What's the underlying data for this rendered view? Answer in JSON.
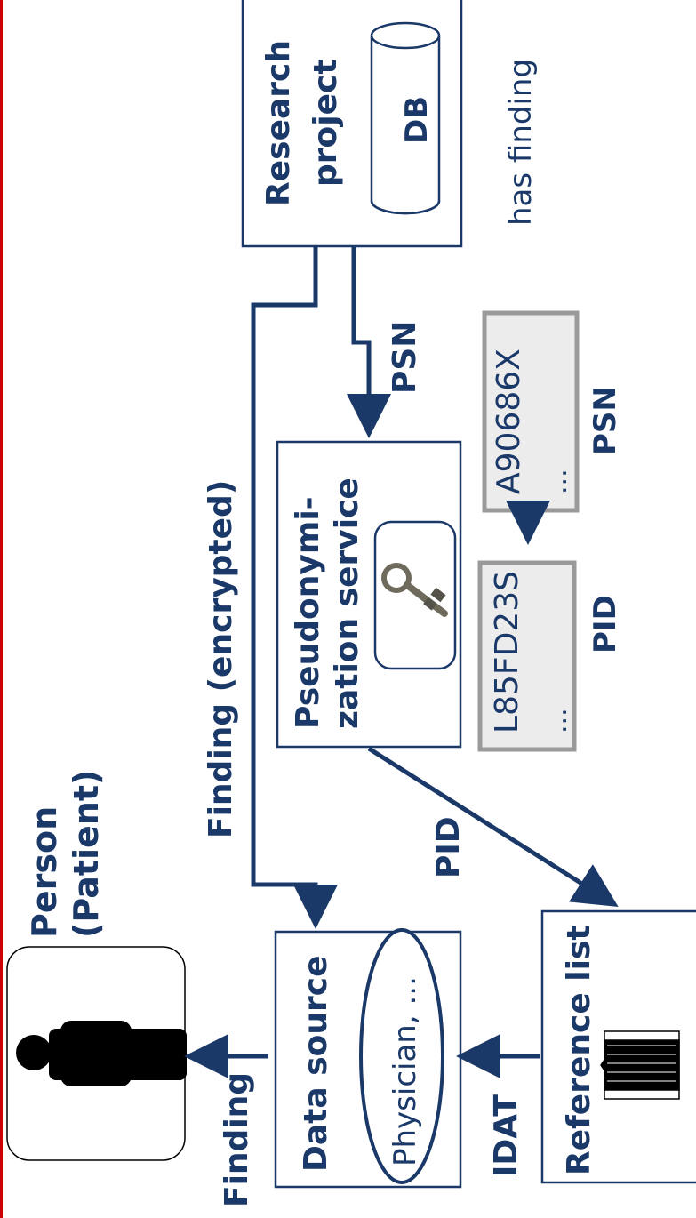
{
  "nodes": {
    "person": {
      "label_line1": "Person",
      "label_line2": "(Patient)"
    },
    "data_source": {
      "label": "Data source",
      "inner_label": "Physician, ..."
    },
    "reference_list": {
      "label": "Reference list"
    },
    "pseudonymization": {
      "label_line1": "Pseudonymi-",
      "label_line2": "zation service"
    },
    "research_project": {
      "label_line1": "Research",
      "label_line2": "project",
      "db_label": "DB"
    }
  },
  "tables": {
    "pid": {
      "value": "L85FD23S",
      "more": "...",
      "caption": "PID"
    },
    "psn": {
      "value": "A90686X",
      "more": "...",
      "caption": "PSN"
    }
  },
  "edges": {
    "finding": "Finding",
    "idat": "IDAT",
    "pid": "PID",
    "finding_encrypted": "Finding (encrypted)",
    "psn": "PSN",
    "has_finding": "has finding"
  },
  "colors": {
    "primary": "#1a3868",
    "accent_border": "#cc0000",
    "table_fill": "#ececec",
    "table_border": "#9a9a9a"
  },
  "icons": [
    "person-icon",
    "key-icon",
    "books-icon",
    "database-icon"
  ]
}
